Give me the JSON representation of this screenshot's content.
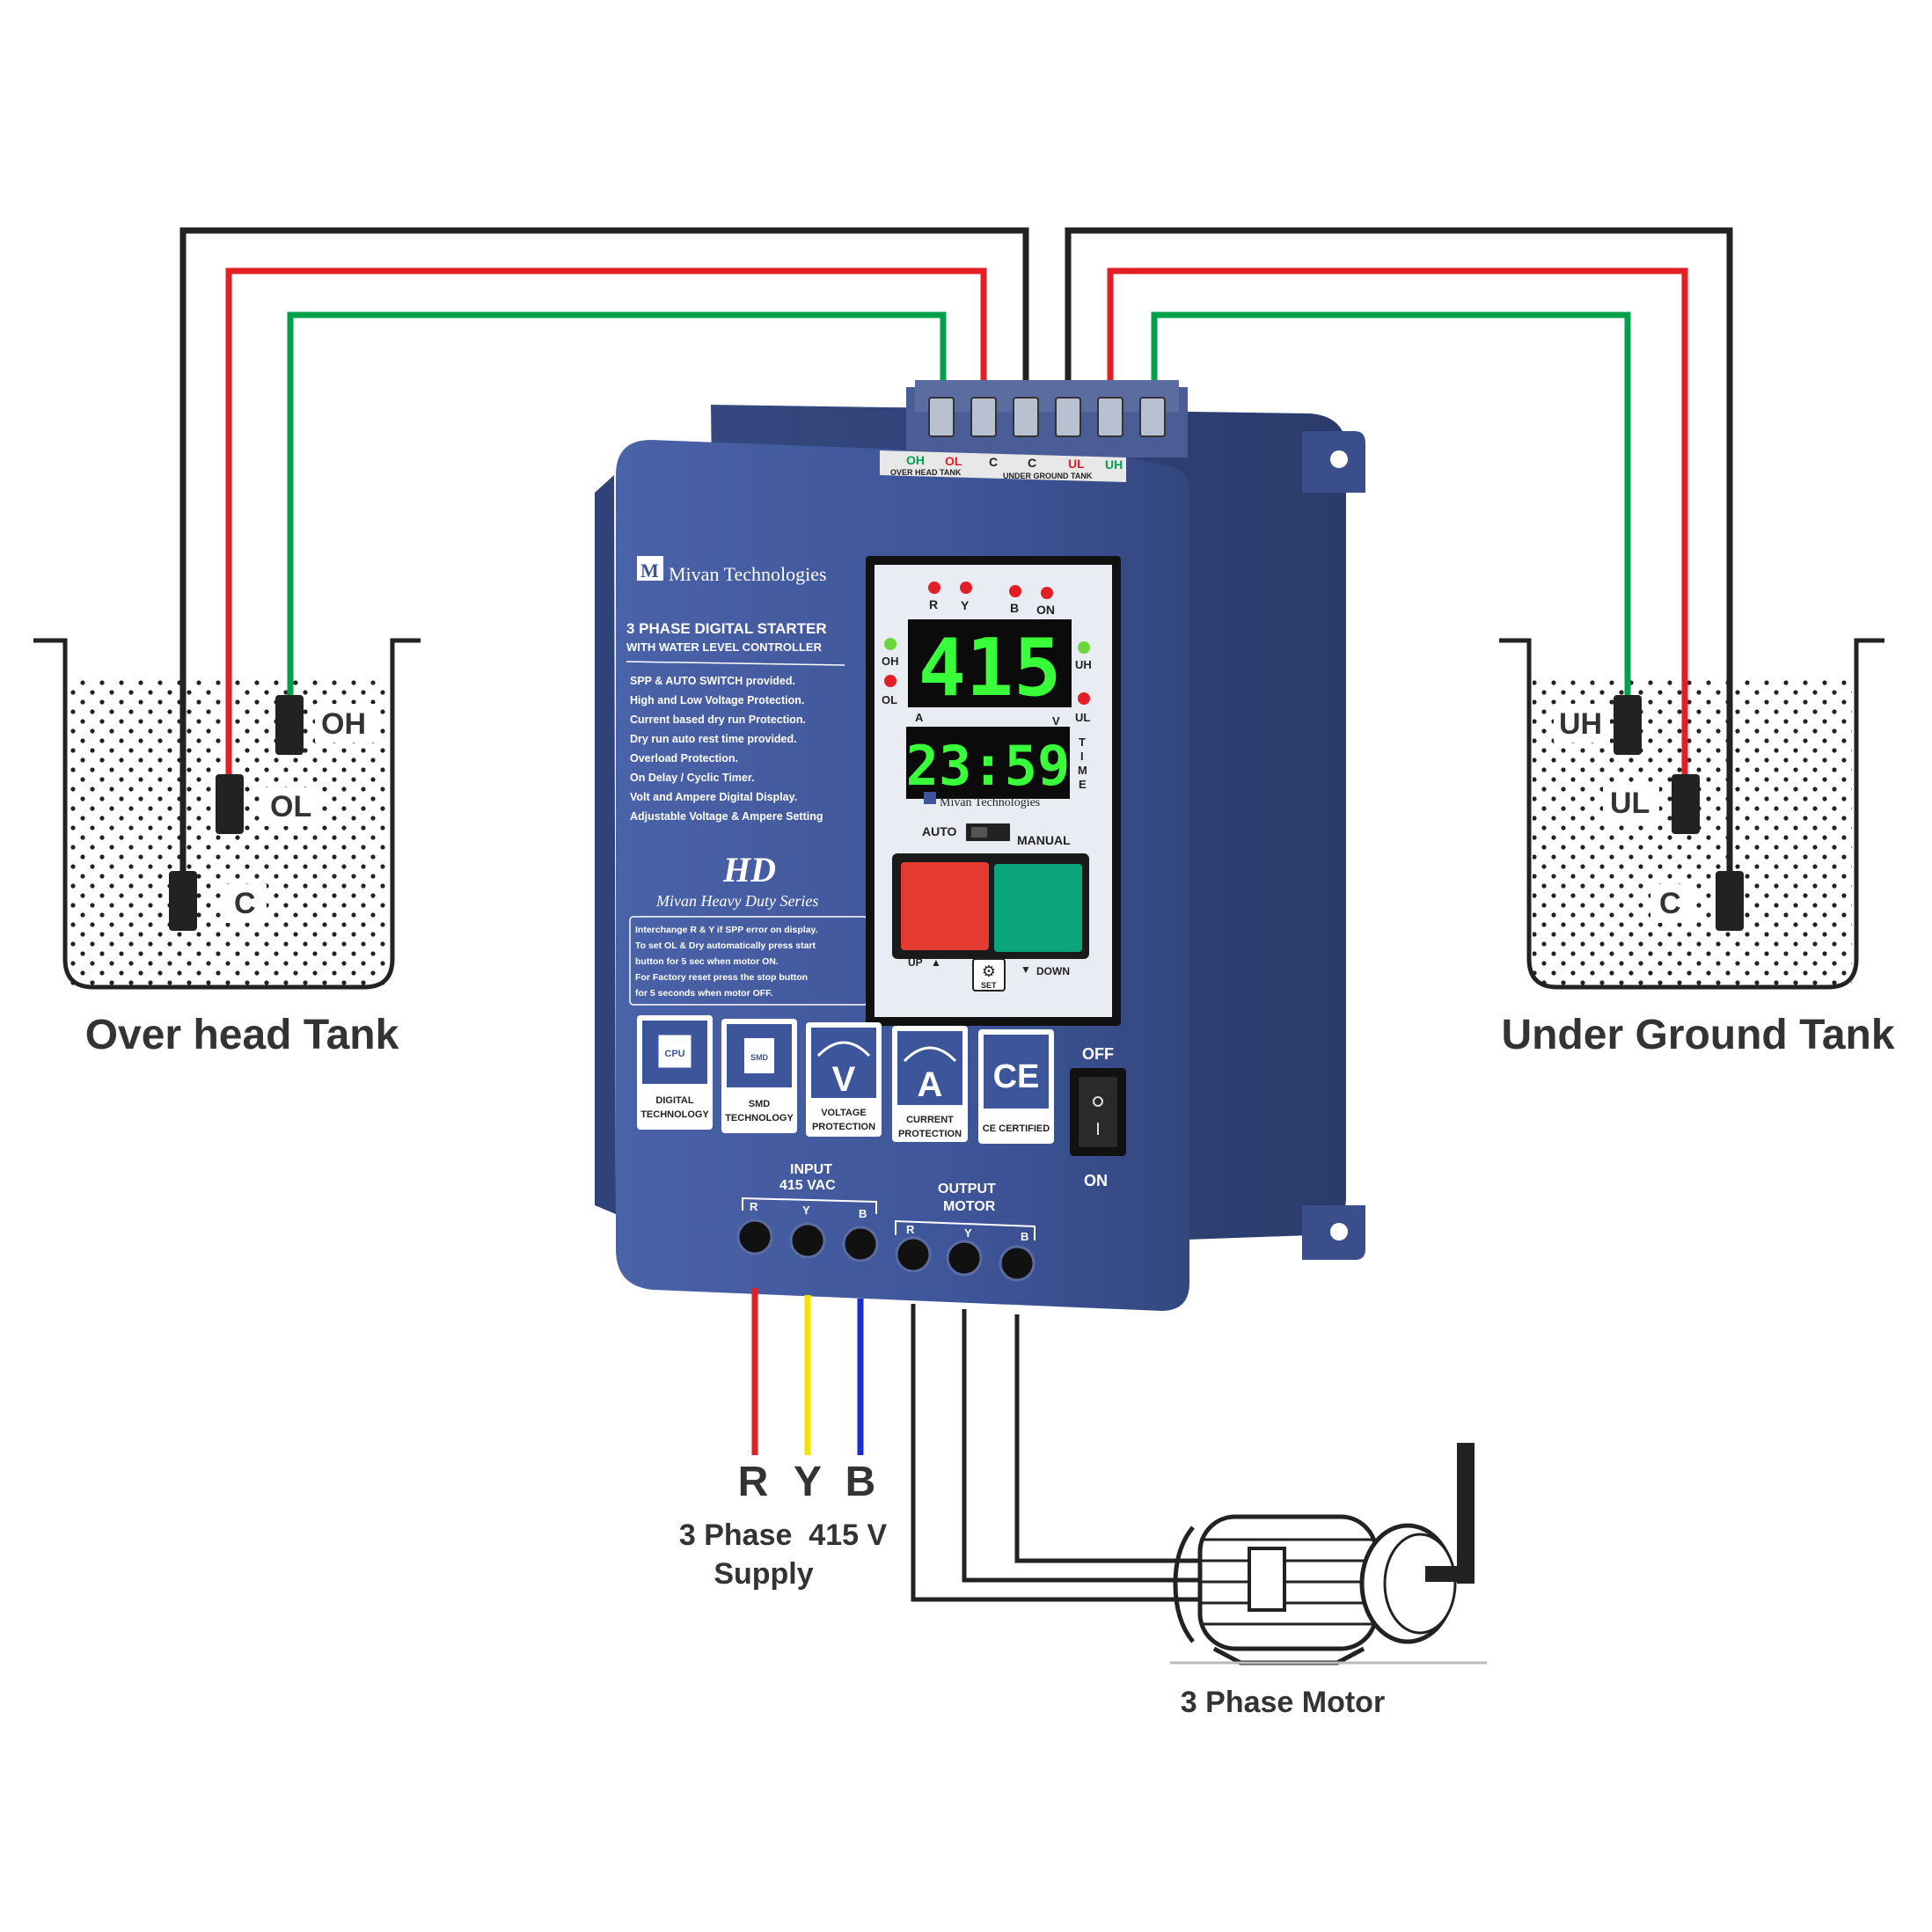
{
  "brand": "Mivan Technologies",
  "product": {
    "title_line1": "3 PHASE DIGITAL STARTER",
    "title_line2": "WITH WATER LEVEL CONTROLLER",
    "features": [
      "SPP & AUTO SWITCH provided.",
      "High and Low Voltage Protection.",
      "Current based dry run Protection.",
      "Dry run auto rest time provided.",
      "Overload Protection.",
      "On Delay / Cyclic Timer.",
      "Volt and Ampere Digital Display.",
      "Adjustable Voltage & Ampere Setting"
    ],
    "series_logo": "HD",
    "series_name": "Mivan Heavy Duty Series",
    "notes": [
      "Interchange R & Y if SPP error on display.",
      "To set OL & Dry automatically press start",
      "button for 5 sec when motor ON.",
      "For Factory reset press the stop button",
      "for 5 seconds when motor OFF."
    ]
  },
  "terminals": {
    "labels": [
      "OH",
      "OL",
      "C",
      "C",
      "UL",
      "UH"
    ],
    "overhead_caption": "OVER HEAD TANK",
    "underground_caption": "UNDER GROUND TANK"
  },
  "display": {
    "phase_leds": [
      "R",
      "Y",
      "B",
      "ON"
    ],
    "left_leds": [
      "OH",
      "OL"
    ],
    "right_leds": [
      "UH",
      "UL"
    ],
    "top_value": "415",
    "unit_a": "A",
    "unit_v": "V",
    "bottom_value": "23:59",
    "time_label": "TIME",
    "brand_small": "Mivan Technologies",
    "auto_label": "AUTO",
    "manual_label": "MANUAL",
    "up_label": "UP",
    "down_label": "DOWN",
    "set_label": "SET"
  },
  "badges": [
    {
      "icon": "CPU",
      "label1": "DIGITAL",
      "label2": "TECHNOLOGY"
    },
    {
      "icon": "SMD",
      "label1": "SMD",
      "label2": "TECHNOLOGY"
    },
    {
      "icon": "V",
      "label1": "VOLTAGE",
      "label2": "PROTECTION"
    },
    {
      "icon": "A",
      "label1": "CURRENT",
      "label2": "PROTECTION"
    },
    {
      "icon": "CE",
      "label1": "CE CERTIFIED",
      "label2": ""
    }
  ],
  "switch": {
    "off_label": "OFF",
    "on_label": "ON"
  },
  "input": {
    "line1": "INPUT",
    "line2": "415 VAC",
    "phases": [
      "R",
      "Y",
      "B"
    ]
  },
  "output": {
    "line1": "OUTPUT",
    "line2": "MOTOR",
    "phases": [
      "R",
      "Y",
      "B"
    ]
  },
  "overhead_tank": {
    "title": "Over head Tank",
    "probes": [
      "OH",
      "OL",
      "C"
    ]
  },
  "underground_tank": {
    "title": "Under Ground Tank",
    "probes": [
      "UH",
      "UL",
      "C"
    ]
  },
  "supply": {
    "phases": [
      "R",
      "Y",
      "B"
    ],
    "line1": "3 Phase  415 V",
    "line2": "Supply"
  },
  "motor": {
    "label": "3 Phase Motor"
  },
  "colors": {
    "panel_blue": "#3d559a",
    "wire_red": "#e31e24",
    "wire_green": "#00a14b",
    "wire_black": "#222222",
    "wire_yellow": "#f5e400",
    "wire_blue": "#1b2fd0",
    "start_green": "#0aa57c",
    "stop_red": "#e53a2f",
    "seg_green": "#39ff3a"
  }
}
